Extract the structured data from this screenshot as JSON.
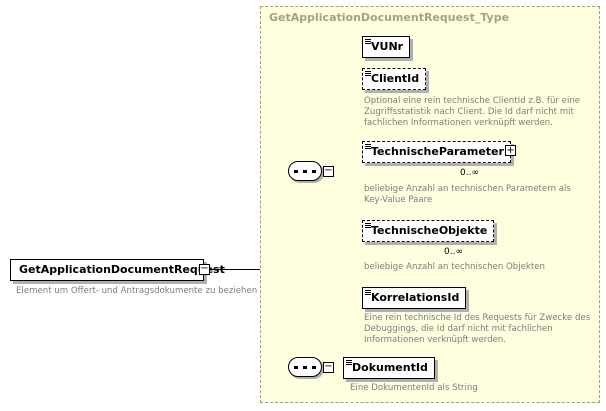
{
  "type": {
    "title": "GetApplicationDocumentRequest_Type"
  },
  "root": {
    "name": "GetApplicationDocumentRequest",
    "doc": "Element um Offert- und Antragsdokumente zu beziehen"
  },
  "elements": {
    "vunr": {
      "name": "VUNr"
    },
    "clientid": {
      "name": "ClientId",
      "doc_lines": [
        "Optional eine rein technische ClientId z.B. für eine",
        "Zugriffsstatistik nach Client. Die Id darf nicht mit",
        "fachlichen Informationen verknüpft werden."
      ]
    },
    "technische_parameter": {
      "name": "TechnischeParameter",
      "cardinality": "0..∞",
      "doc_lines": [
        "beliebige Anzahl an technischen Parametern als",
        "Key-Value Paare"
      ]
    },
    "technische_objekte": {
      "name": "TechnischeObjekte",
      "cardinality": "0..∞",
      "doc_lines": [
        "beliebige Anzahl an technischen Objekten"
      ]
    },
    "korrelationsid": {
      "name": "KorrelationsId",
      "doc_lines": [
        "Eine rein technische Id des Requests für Zwecke des",
        "Debuggings, die Id darf nicht mit fachlichen",
        "Informationen verknüpft werden."
      ]
    },
    "dokumentid": {
      "name": "DokumentId",
      "doc_lines": [
        "Eine DokumentenId als String"
      ]
    }
  }
}
